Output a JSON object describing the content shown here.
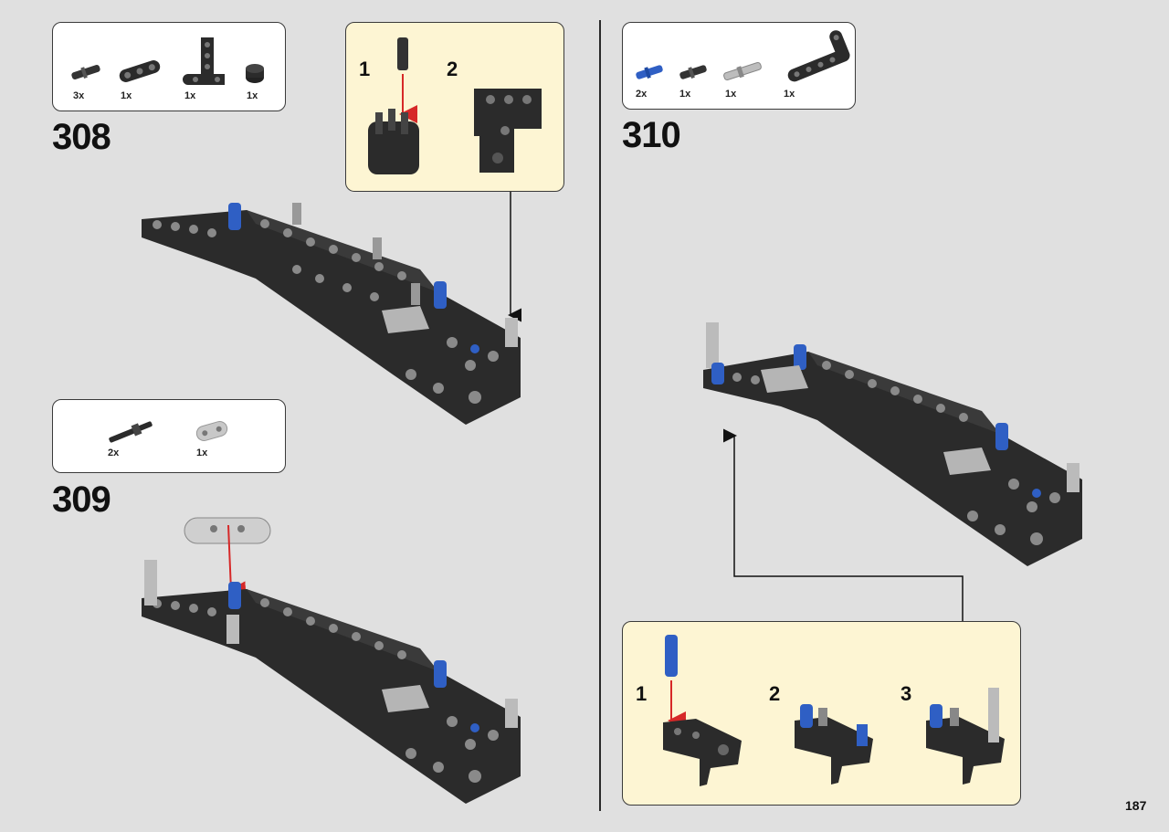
{
  "page_number": "187",
  "steps": [
    {
      "number": "308",
      "parts": [
        {
          "qty": "3x",
          "icon": "friction-pin-icon"
        },
        {
          "qty": "1x",
          "icon": "beam-3-icon"
        },
        {
          "qty": "1x",
          "icon": "l-beam-icon"
        },
        {
          "qty": "1x",
          "icon": "bush-icon"
        }
      ],
      "substeps": [
        "1",
        "2"
      ]
    },
    {
      "number": "309",
      "parts": [
        {
          "qty": "2x",
          "icon": "axle-icon"
        },
        {
          "qty": "1x",
          "icon": "thin-beam-icon"
        }
      ]
    },
    {
      "number": "310",
      "parts": [
        {
          "qty": "2x",
          "icon": "blue-pin-icon"
        },
        {
          "qty": "1x",
          "icon": "friction-pin-icon"
        },
        {
          "qty": "1x",
          "icon": "long-pin-icon"
        },
        {
          "qty": "1x",
          "icon": "l-beam-long-icon"
        }
      ],
      "substeps": [
        "1",
        "2",
        "3"
      ]
    }
  ],
  "colors": {
    "background": "#e0e0e0",
    "callout": "#fdf5d3",
    "beam": "#2b2b2b",
    "blue_pin": "#2f5fc4",
    "arrow_red": "#d62828"
  }
}
